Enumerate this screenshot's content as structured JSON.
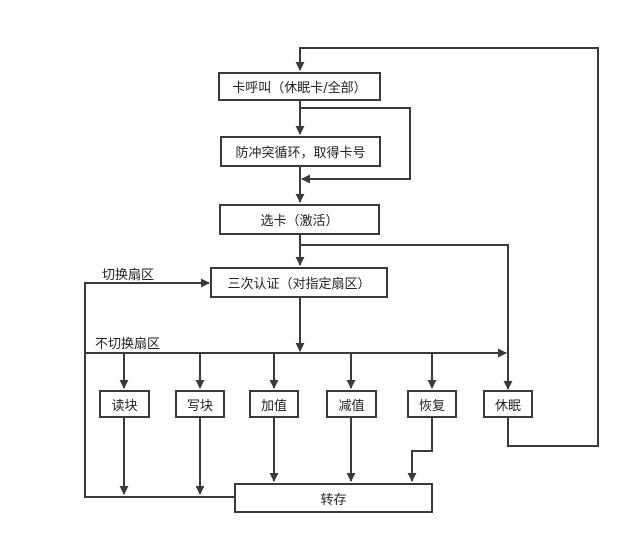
{
  "nodes": {
    "call": "卡呼叫（休眠卡/全部）",
    "anticollision": "防冲突循环，取得卡号",
    "select": "选卡（激活）",
    "auth": "三次认证（对指定扇区）",
    "read": "读块",
    "write": "写块",
    "increment": "加值",
    "decrement": "减值",
    "restore": "恢复",
    "halt": "休眠",
    "transfer": "转存"
  },
  "edge_labels": {
    "switch_sector": "切换扇区",
    "no_switch_sector": "不切换扇区"
  },
  "colors": {
    "line": "#3a3a3a",
    "text": "#222222"
  }
}
